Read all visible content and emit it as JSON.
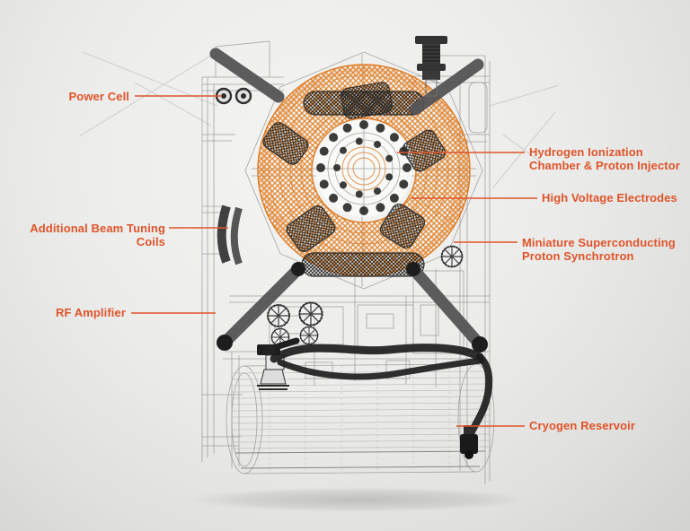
{
  "diagram": {
    "accent_color": "#E0542A",
    "ring_color": "#E2862D",
    "wireframe_color": "#9B9B9B",
    "labels": [
      {
        "id": "power-cell",
        "text": "Power Cell",
        "side": "left"
      },
      {
        "id": "hydrogen-ionization-chamber",
        "text": "Hydrogen Ionization Chamber & Proton Injector",
        "side": "right"
      },
      {
        "id": "high-voltage-electrodes",
        "text": "High Voltage Electrodes",
        "side": "right"
      },
      {
        "id": "additional-beam-tuning-coils",
        "text": "Additional Beam Tuning Coils",
        "side": "left"
      },
      {
        "id": "miniature-superconducting-proton-synchrotron",
        "text": "Miniature Superconducting Proton Synchrotron",
        "side": "right"
      },
      {
        "id": "rf-amplifier",
        "text": "RF Amplifier",
        "side": "left"
      },
      {
        "id": "cryogen-reservoir",
        "text": "Cryogen Reservoir",
        "side": "right"
      }
    ]
  }
}
